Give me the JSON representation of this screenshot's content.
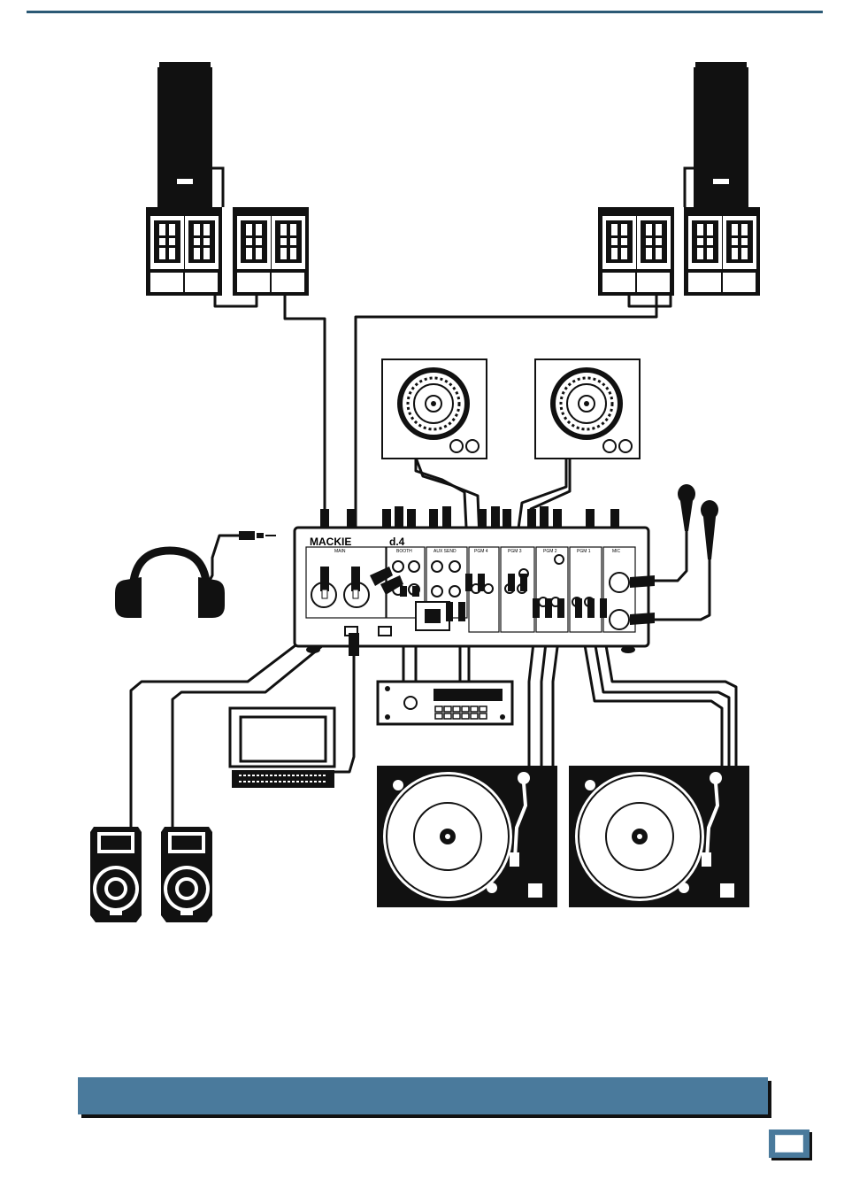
{
  "page": {
    "caption": "",
    "page_number": "",
    "accent_color": "#4a7a9c",
    "rule_color": "#2b5975"
  },
  "mixer": {
    "brand": "MACKIE",
    "model": "d.4",
    "sections": [
      "MAIN",
      "BOOTH",
      "AUX SEND",
      "PGM 4",
      "PGM 3",
      "PGM 2",
      "PGM 1",
      "MIC"
    ]
  },
  "equipment": {
    "main_speakers": "main-speaker-stacks",
    "turntables": 2,
    "cd_players": 2,
    "microphones": 2,
    "booth_speakers": 2
  }
}
